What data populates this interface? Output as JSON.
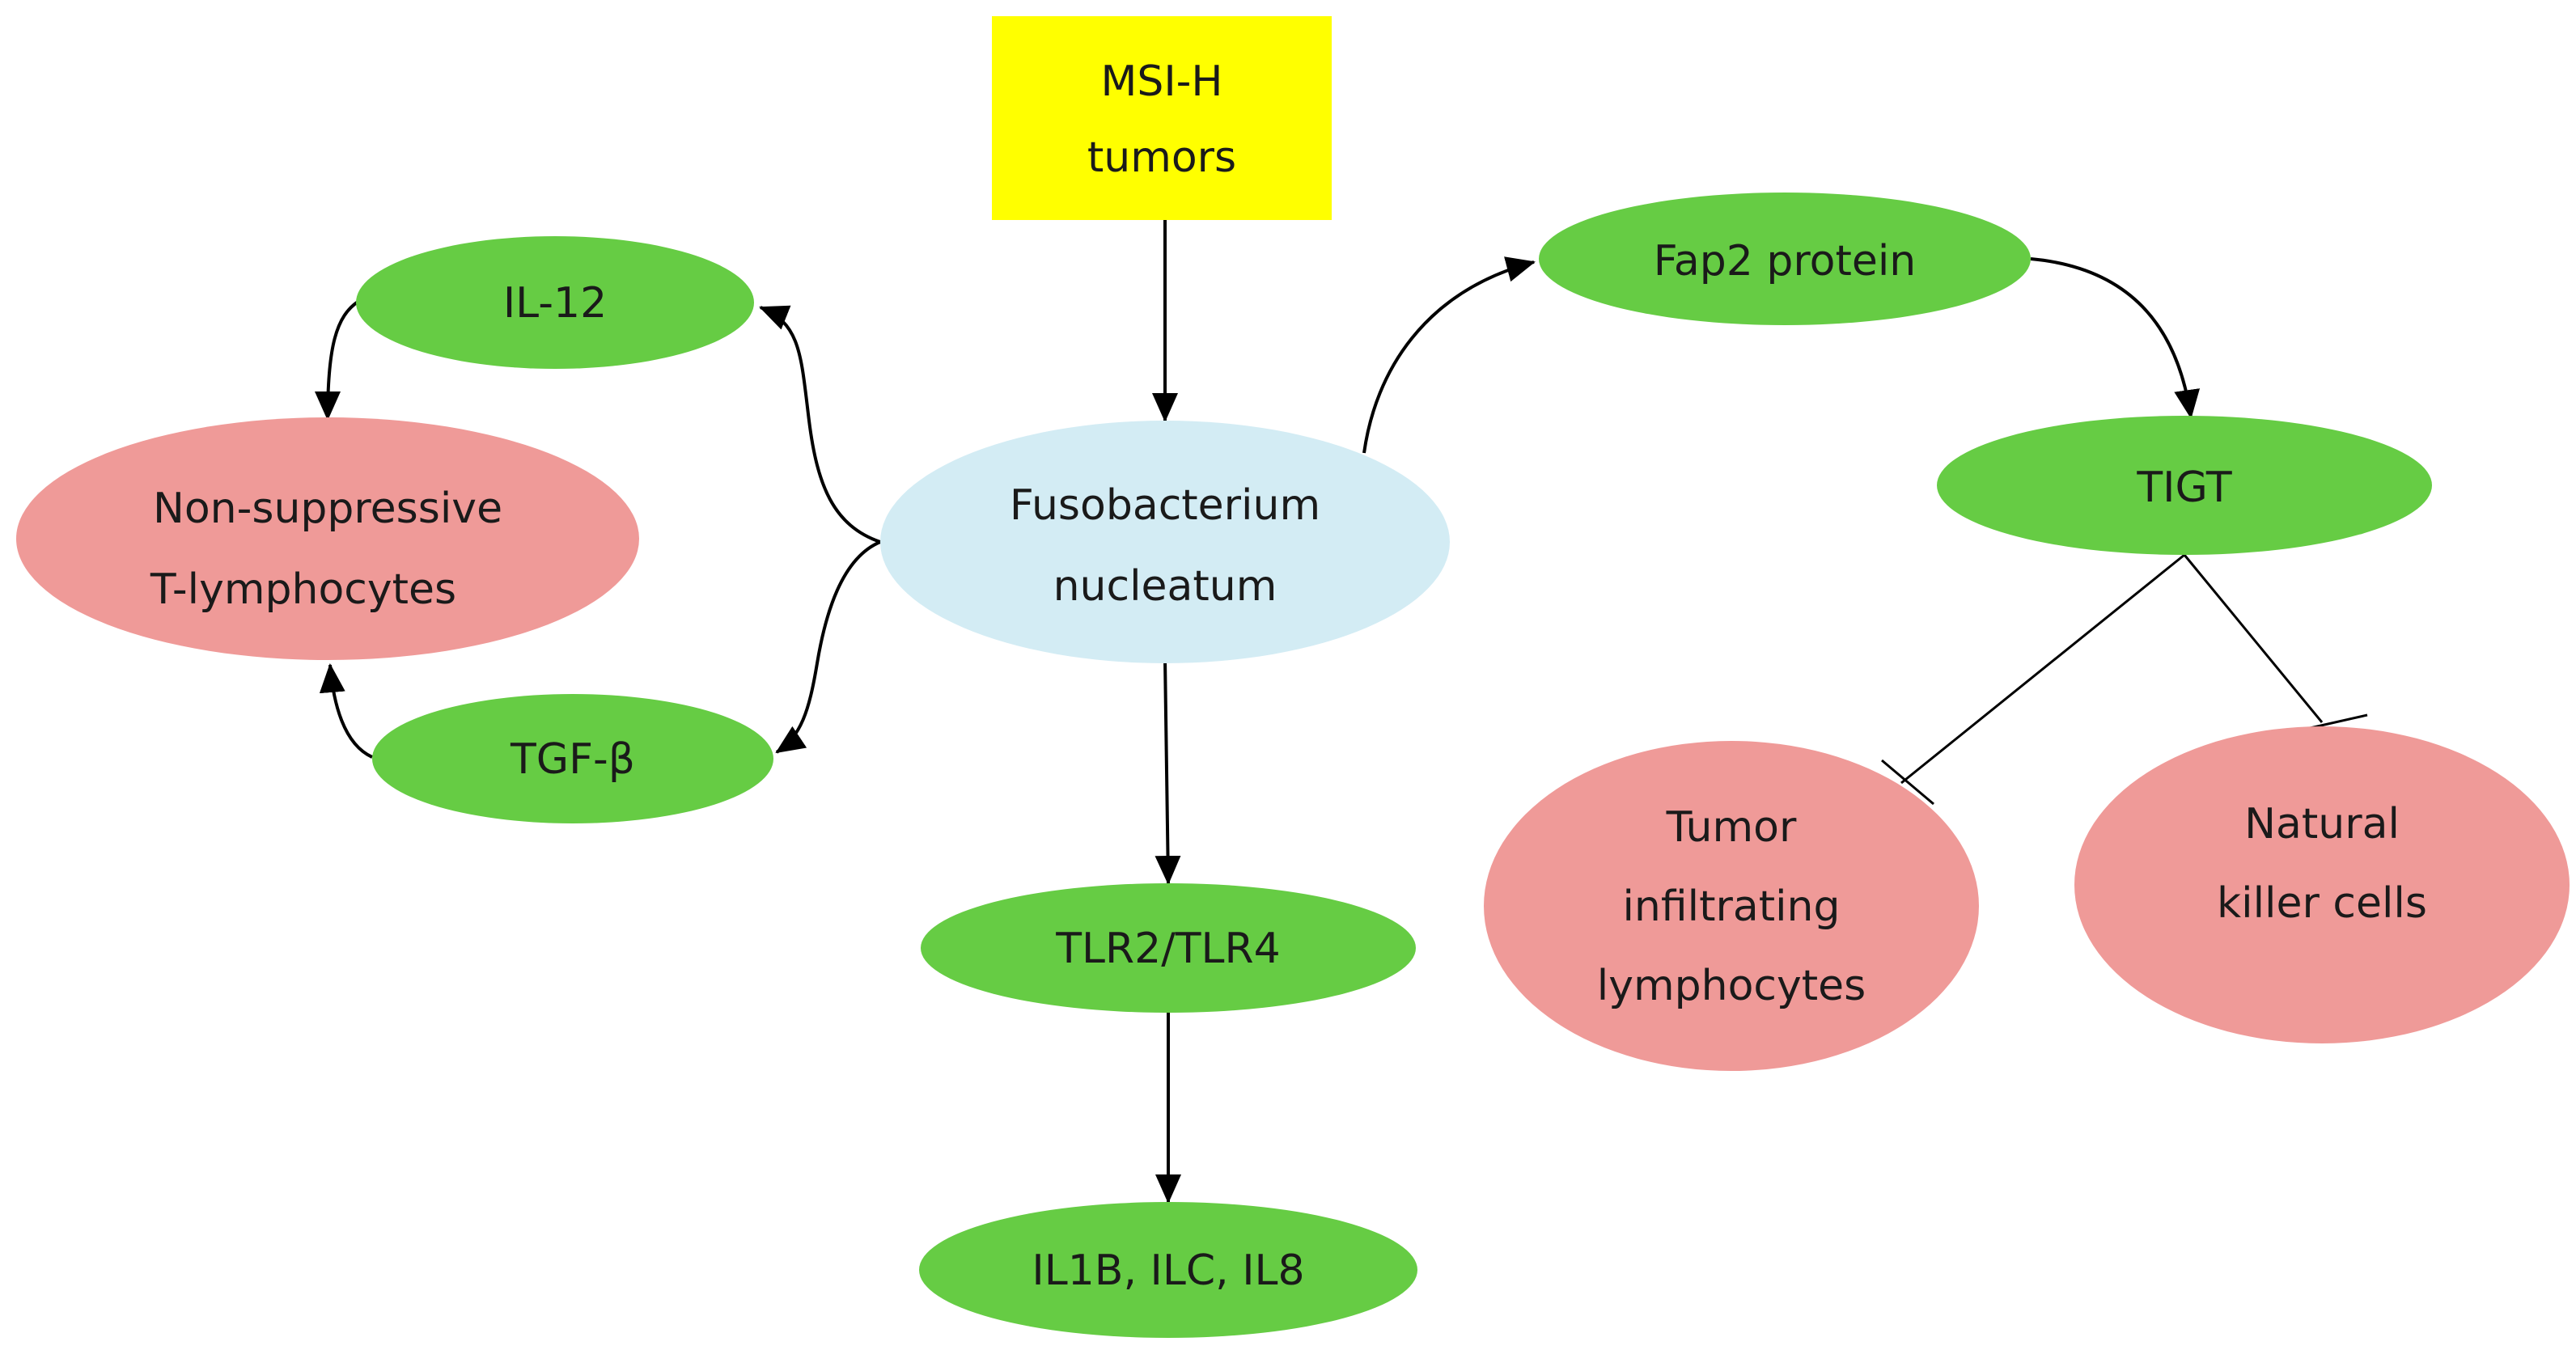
{
  "diagram": {
    "colors": {
      "yellow": "#ffff00",
      "green": "#66cc44",
      "blue": "#d3ecf4",
      "pink": "#ef9a98",
      "edge": "#000000"
    },
    "nodes": {
      "msi": {
        "line1": "MSI-H",
        "line2": "tumors",
        "shape": "rectangle",
        "color": "yellow"
      },
      "fuso": {
        "line1": "Fusobacterium",
        "line2": "nucleatum",
        "shape": "ellipse",
        "color": "blue"
      },
      "il12": {
        "label": "IL-12",
        "shape": "ellipse",
        "color": "green"
      },
      "tgfb": {
        "label": "TGF-β",
        "shape": "ellipse",
        "color": "green"
      },
      "nonsup": {
        "line1": "Non-suppressive",
        "line2": "T-lymphocytes",
        "shape": "ellipse",
        "color": "pink"
      },
      "fap2": {
        "label": "Fap2 protein",
        "shape": "ellipse",
        "color": "green"
      },
      "tigt": {
        "label": "TIGT",
        "shape": "ellipse",
        "color": "green"
      },
      "til": {
        "line1": "Tumor",
        "line2": "infiltrating",
        "line3": "lymphocytes",
        "shape": "ellipse",
        "color": "pink"
      },
      "nk": {
        "line1": "Natural",
        "line2": "killer cells",
        "shape": "ellipse",
        "color": "pink"
      },
      "tlr": {
        "label": "TLR2/TLR4",
        "shape": "ellipse",
        "color": "green"
      },
      "il1b": {
        "label": "IL1B, ILC, IL8",
        "shape": "ellipse",
        "color": "green"
      }
    },
    "edges": [
      {
        "from": "msi",
        "to": "fuso",
        "type": "activation"
      },
      {
        "from": "fuso",
        "to": "il12",
        "type": "activation"
      },
      {
        "from": "fuso",
        "to": "tgfb",
        "type": "activation"
      },
      {
        "from": "il12",
        "to": "nonsup",
        "type": "activation"
      },
      {
        "from": "tgfb",
        "to": "nonsup",
        "type": "activation"
      },
      {
        "from": "fuso",
        "to": "fap2",
        "type": "activation"
      },
      {
        "from": "fap2",
        "to": "tigt",
        "type": "activation"
      },
      {
        "from": "tigt",
        "to": "til",
        "type": "inhibition"
      },
      {
        "from": "tigt",
        "to": "nk",
        "type": "inhibition"
      },
      {
        "from": "fuso",
        "to": "tlr",
        "type": "activation"
      },
      {
        "from": "tlr",
        "to": "il1b",
        "type": "activation"
      }
    ]
  }
}
